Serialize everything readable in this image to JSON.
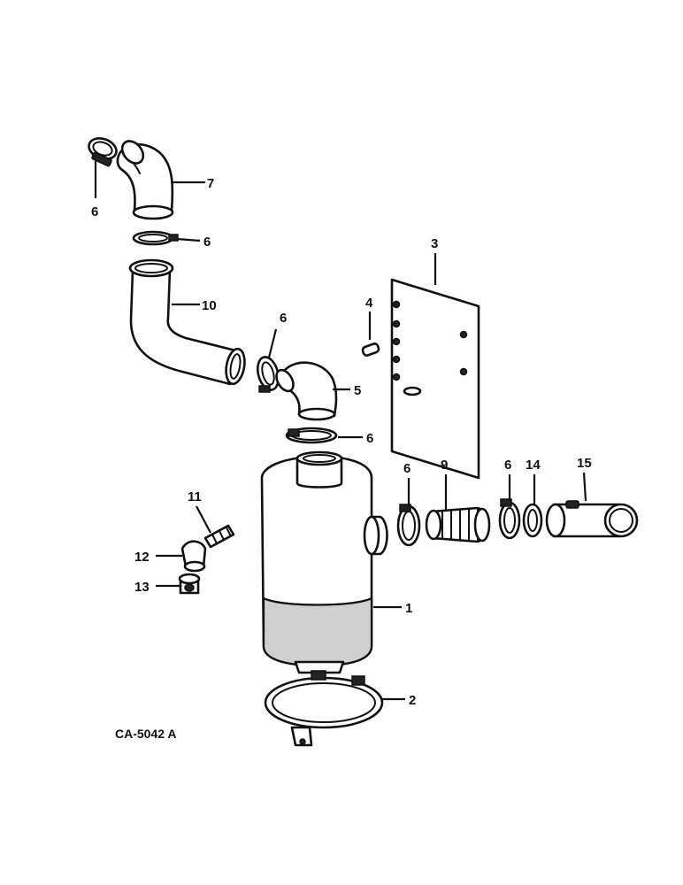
{
  "diagram": {
    "reference": "CA-5042 A",
    "callouts": [
      {
        "id": "c6a",
        "label": "6"
      },
      {
        "id": "c7",
        "label": "7"
      },
      {
        "id": "c6b",
        "label": "6"
      },
      {
        "id": "c10",
        "label": "10"
      },
      {
        "id": "c6c",
        "label": "6"
      },
      {
        "id": "c5",
        "label": "5"
      },
      {
        "id": "c6d",
        "label": "6"
      },
      {
        "id": "c3",
        "label": "3"
      },
      {
        "id": "c4",
        "label": "4"
      },
      {
        "id": "c6e",
        "label": "6"
      },
      {
        "id": "c9",
        "label": "9"
      },
      {
        "id": "c6f",
        "label": "6"
      },
      {
        "id": "c14",
        "label": "14"
      },
      {
        "id": "c15",
        "label": "15"
      },
      {
        "id": "c11",
        "label": "11"
      },
      {
        "id": "c12",
        "label": "12"
      },
      {
        "id": "c13",
        "label": "13"
      },
      {
        "id": "c1",
        "label": "1"
      },
      {
        "id": "c2",
        "label": "2"
      }
    ]
  }
}
